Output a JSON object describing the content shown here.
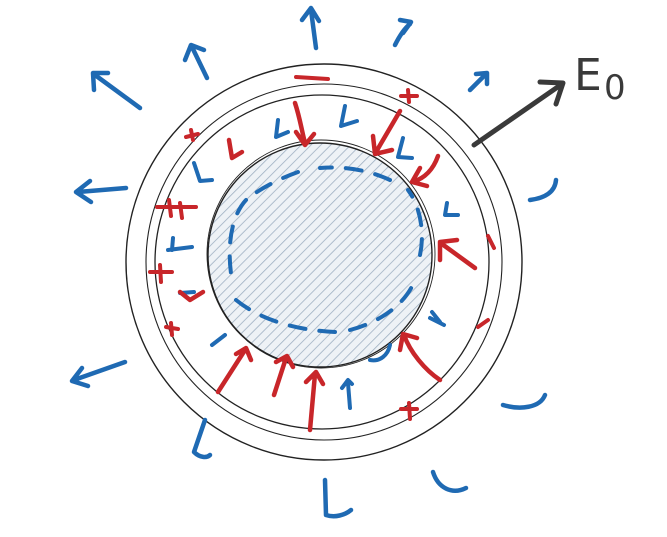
{
  "field_label": "E",
  "field_subscript": "0",
  "colors": {
    "field_arrow": "#3a3a3a",
    "blue_arrows": "#1f6ab3",
    "red_arrows": "#c8262a",
    "rings": "#222222",
    "core_hatch": "#9fb0c2",
    "core_fill": "#eef2f6"
  },
  "icons": [
    "outer-field-arrow",
    "induced-field-arrow",
    "charge-plus-mark",
    "hatched-core"
  ]
}
